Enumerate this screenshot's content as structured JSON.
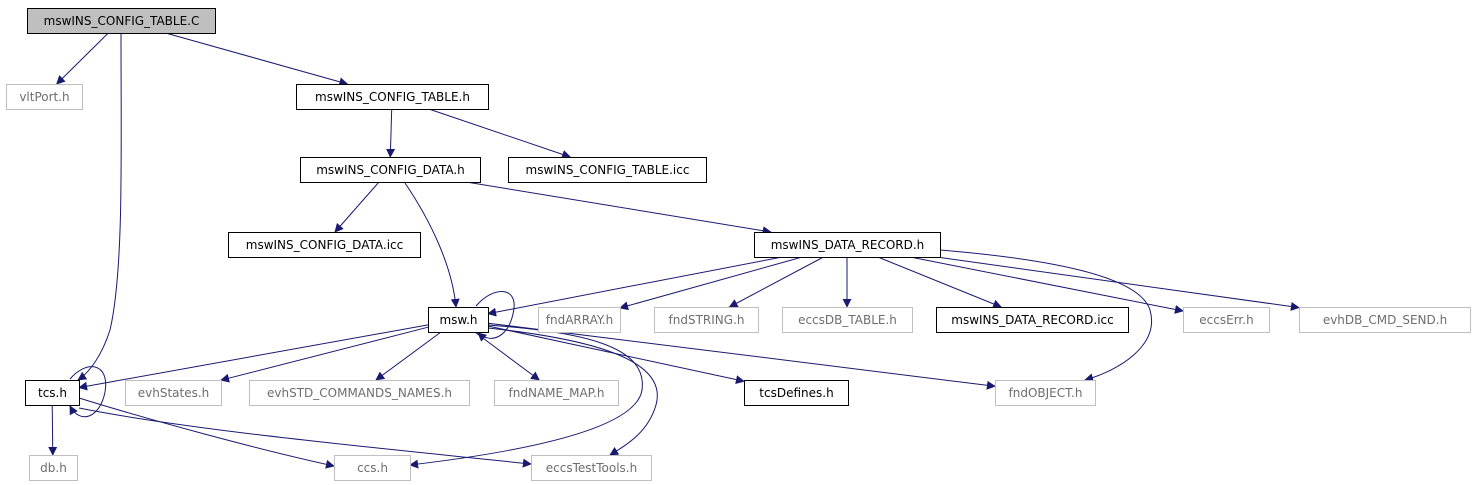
{
  "colors": {
    "edge": "#191970",
    "root_fill": "#bfbfbf",
    "documented_stroke": "#000000",
    "undocumented_stroke": "#bfbfbf",
    "documented_text": "#000000",
    "undocumented_text": "#6e6e6e"
  },
  "nodes": [
    {
      "id": "root",
      "label": "mswINS_CONFIG_TABLE.C",
      "kind": "root"
    },
    {
      "id": "vltPort",
      "label": "vltPort.h",
      "kind": "undocumented"
    },
    {
      "id": "cfgTableH",
      "label": "mswINS_CONFIG_TABLE.h",
      "kind": "documented"
    },
    {
      "id": "cfgDataH",
      "label": "mswINS_CONFIG_DATA.h",
      "kind": "documented"
    },
    {
      "id": "cfgTableIcc",
      "label": "mswINS_CONFIG_TABLE.icc",
      "kind": "documented"
    },
    {
      "id": "cfgDataIcc",
      "label": "mswINS_CONFIG_DATA.icc",
      "kind": "documented"
    },
    {
      "id": "dataRecordH",
      "label": "mswINS_DATA_RECORD.h",
      "kind": "documented"
    },
    {
      "id": "msw",
      "label": "msw.h",
      "kind": "documented"
    },
    {
      "id": "fndArray",
      "label": "fndARRAY.h",
      "kind": "undocumented"
    },
    {
      "id": "fndString",
      "label": "fndSTRING.h",
      "kind": "undocumented"
    },
    {
      "id": "eccsDbTable",
      "label": "eccsDB_TABLE.h",
      "kind": "undocumented"
    },
    {
      "id": "dataRecordIcc",
      "label": "mswINS_DATA_RECORD.icc",
      "kind": "documented"
    },
    {
      "id": "eccsErr",
      "label": "eccsErr.h",
      "kind": "undocumented"
    },
    {
      "id": "evhDbCmd",
      "label": "evhDB_CMD_SEND.h",
      "kind": "undocumented"
    },
    {
      "id": "tcs",
      "label": "tcs.h",
      "kind": "documented"
    },
    {
      "id": "evhStates",
      "label": "evhStates.h",
      "kind": "undocumented"
    },
    {
      "id": "evhStdCmd",
      "label": "evhSTD_COMMANDS_NAMES.h",
      "kind": "undocumented"
    },
    {
      "id": "fndNameMap",
      "label": "fndNAME_MAP.h",
      "kind": "undocumented"
    },
    {
      "id": "tcsDefines",
      "label": "tcsDefines.h",
      "kind": "documented"
    },
    {
      "id": "fndObject",
      "label": "fndOBJECT.h",
      "kind": "undocumented"
    },
    {
      "id": "db",
      "label": "db.h",
      "kind": "undocumented"
    },
    {
      "id": "ccs",
      "label": "ccs.h",
      "kind": "undocumented"
    },
    {
      "id": "eccsTestTools",
      "label": "eccsTestTools.h",
      "kind": "undocumented"
    }
  ],
  "edges": [
    {
      "from": "root",
      "to": "vltPort"
    },
    {
      "from": "root",
      "to": "cfgTableH"
    },
    {
      "from": "root",
      "to": "tcs"
    },
    {
      "from": "cfgTableH",
      "to": "cfgDataH"
    },
    {
      "from": "cfgTableH",
      "to": "cfgTableIcc"
    },
    {
      "from": "cfgDataH",
      "to": "cfgDataIcc"
    },
    {
      "from": "cfgDataH",
      "to": "dataRecordH"
    },
    {
      "from": "cfgDataH",
      "to": "msw"
    },
    {
      "from": "dataRecordH",
      "to": "msw"
    },
    {
      "from": "dataRecordH",
      "to": "fndArray"
    },
    {
      "from": "dataRecordH",
      "to": "fndString"
    },
    {
      "from": "dataRecordH",
      "to": "eccsDbTable"
    },
    {
      "from": "dataRecordH",
      "to": "dataRecordIcc"
    },
    {
      "from": "dataRecordH",
      "to": "eccsErr"
    },
    {
      "from": "dataRecordH",
      "to": "evhDbCmd"
    },
    {
      "from": "dataRecordH",
      "to": "fndObject"
    },
    {
      "from": "msw",
      "to": "msw"
    },
    {
      "from": "msw",
      "to": "tcs"
    },
    {
      "from": "msw",
      "to": "evhStates"
    },
    {
      "from": "msw",
      "to": "evhStdCmd"
    },
    {
      "from": "msw",
      "to": "fndNameMap"
    },
    {
      "from": "msw",
      "to": "tcsDefines"
    },
    {
      "from": "msw",
      "to": "fndObject"
    },
    {
      "from": "msw",
      "to": "ccs"
    },
    {
      "from": "msw",
      "to": "eccsTestTools"
    },
    {
      "from": "tcs",
      "to": "tcs"
    },
    {
      "from": "tcs",
      "to": "db"
    },
    {
      "from": "tcs",
      "to": "ccs"
    },
    {
      "from": "tcs",
      "to": "eccsTestTools"
    }
  ]
}
